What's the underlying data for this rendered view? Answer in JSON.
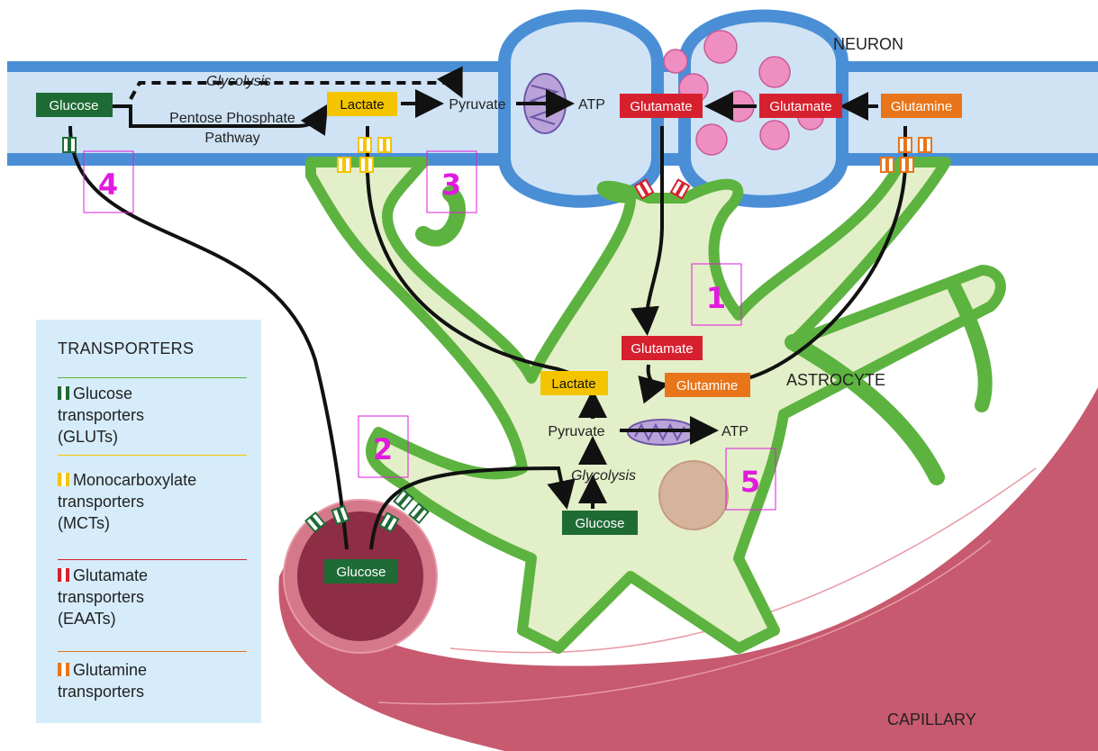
{
  "labels": {
    "neuron": "NEURON",
    "astrocyte": "ASTROCYTE",
    "capillary": "CAPILLARY"
  },
  "neuron": {
    "glucose": "Glucose",
    "glycolysis": "Glycolysis",
    "pentose_line1": "Pentose Phosphate",
    "pentose_line2": "Pathway",
    "lactate": "Lactate",
    "pyruvate": "Pyruvate",
    "atp": "ATP",
    "glutamate_1": "Glutamate",
    "glutamate_2": "Glutamate",
    "glutamine": "Glutamine"
  },
  "astrocyte": {
    "glutamate": "Glutamate",
    "glutamine": "Glutamine",
    "lactate": "Lactate",
    "pyruvate": "Pyruvate",
    "atp": "ATP",
    "glycolysis": "Glycolysis",
    "glucose": "Glucose"
  },
  "capillary": {
    "glucose": "Glucose"
  },
  "markers": [
    "1",
    "2",
    "3",
    "4",
    "5"
  ],
  "legend": {
    "title": "TRANSPORTERS",
    "items": [
      {
        "text_lines": [
          "Glucose",
          "transporters",
          "(GLUTs)"
        ],
        "color": "#1e6b35"
      },
      {
        "text_lines": [
          "Monocarboxylate",
          "transporters",
          "(MCTs)"
        ],
        "color": "#f5c400"
      },
      {
        "text_lines": [
          "Glutamate",
          "transporters",
          "(EAATs)"
        ],
        "color": "#d7202e"
      },
      {
        "text_lines": [
          "Glutamine",
          "transporters"
        ],
        "color": "#e8751a"
      }
    ]
  },
  "colors": {
    "glucose_box": "#1e6b35",
    "lactate_box": "#f5c400",
    "glutamate_box": "#d7202e",
    "glutamine_box": "#e8751a",
    "marker": "#e21adf",
    "astrocyte_fill": "#e3efc8",
    "astrocyte_edge": "#5db33f",
    "neuron_fill": "#cfe3f5",
    "neuron_edge": "#4a8fd6",
    "capillary": "#c75a6f"
  }
}
